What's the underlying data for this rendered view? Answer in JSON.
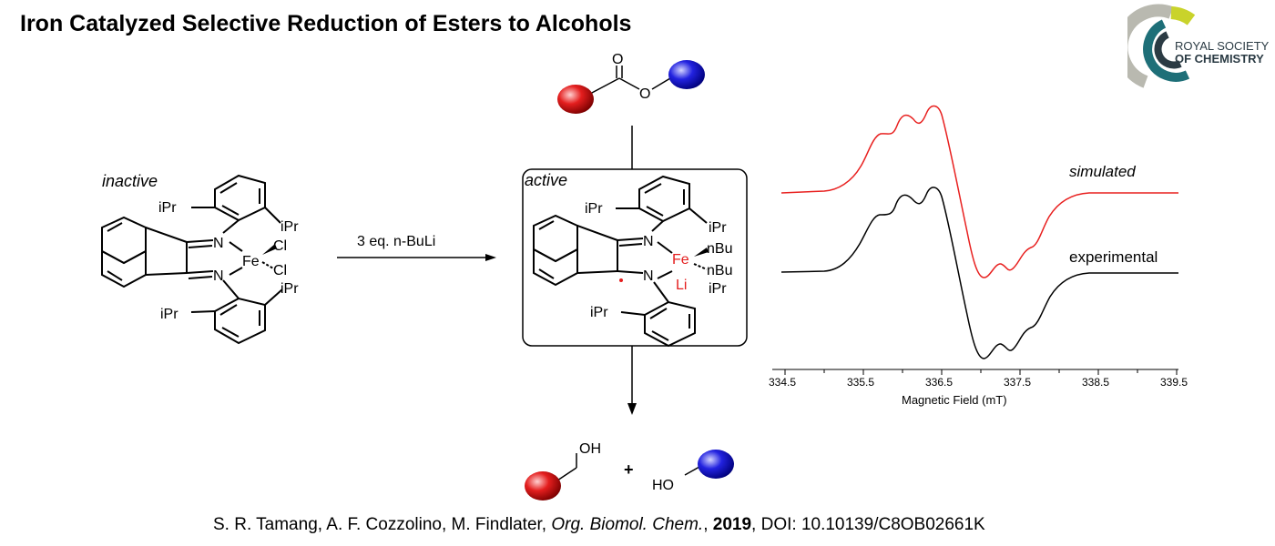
{
  "title": "Iron Catalyzed Selective Reduction of Esters to Alcohols",
  "logo": {
    "line1": "ROYAL SOCIETY",
    "line2": "OF CHEMISTRY",
    "colors": [
      "#c9d32b",
      "#1e6f78",
      "#2b3b44",
      "#b9b9b0"
    ]
  },
  "labels": {
    "inactive": "inactive",
    "active": "active",
    "reagent": "3 eq. n-BuLi",
    "plus": "+"
  },
  "atoms": {
    "ipr": "iPr",
    "n": "N",
    "fe": "Fe",
    "cl": "Cl",
    "nbu": "nBu",
    "li": "Li",
    "o": "O",
    "oh": "OH",
    "ho": "HO"
  },
  "epr": {
    "simulated": "simulated",
    "experimental": "experimental",
    "xlabel": "Magnetic Field (mT)",
    "ticks": [
      "334.5",
      "335.5",
      "336.5",
      "337.5",
      "338.5",
      "339.5"
    ],
    "colors": {
      "simulated": "#e8201f",
      "experimental": "#000000"
    }
  },
  "citation": {
    "authors": "S. R. Tamang, A. F. Cozzolino, M. Findlater,",
    "journal": "Org. Biomol. Chem.",
    "year": "2019",
    "doi": "DOI: 10.10139/C8OB02661K"
  },
  "colors": {
    "red_group": "#e41e1e",
    "blue_group": "#2222e0",
    "fe_red": "#e41e1e"
  }
}
